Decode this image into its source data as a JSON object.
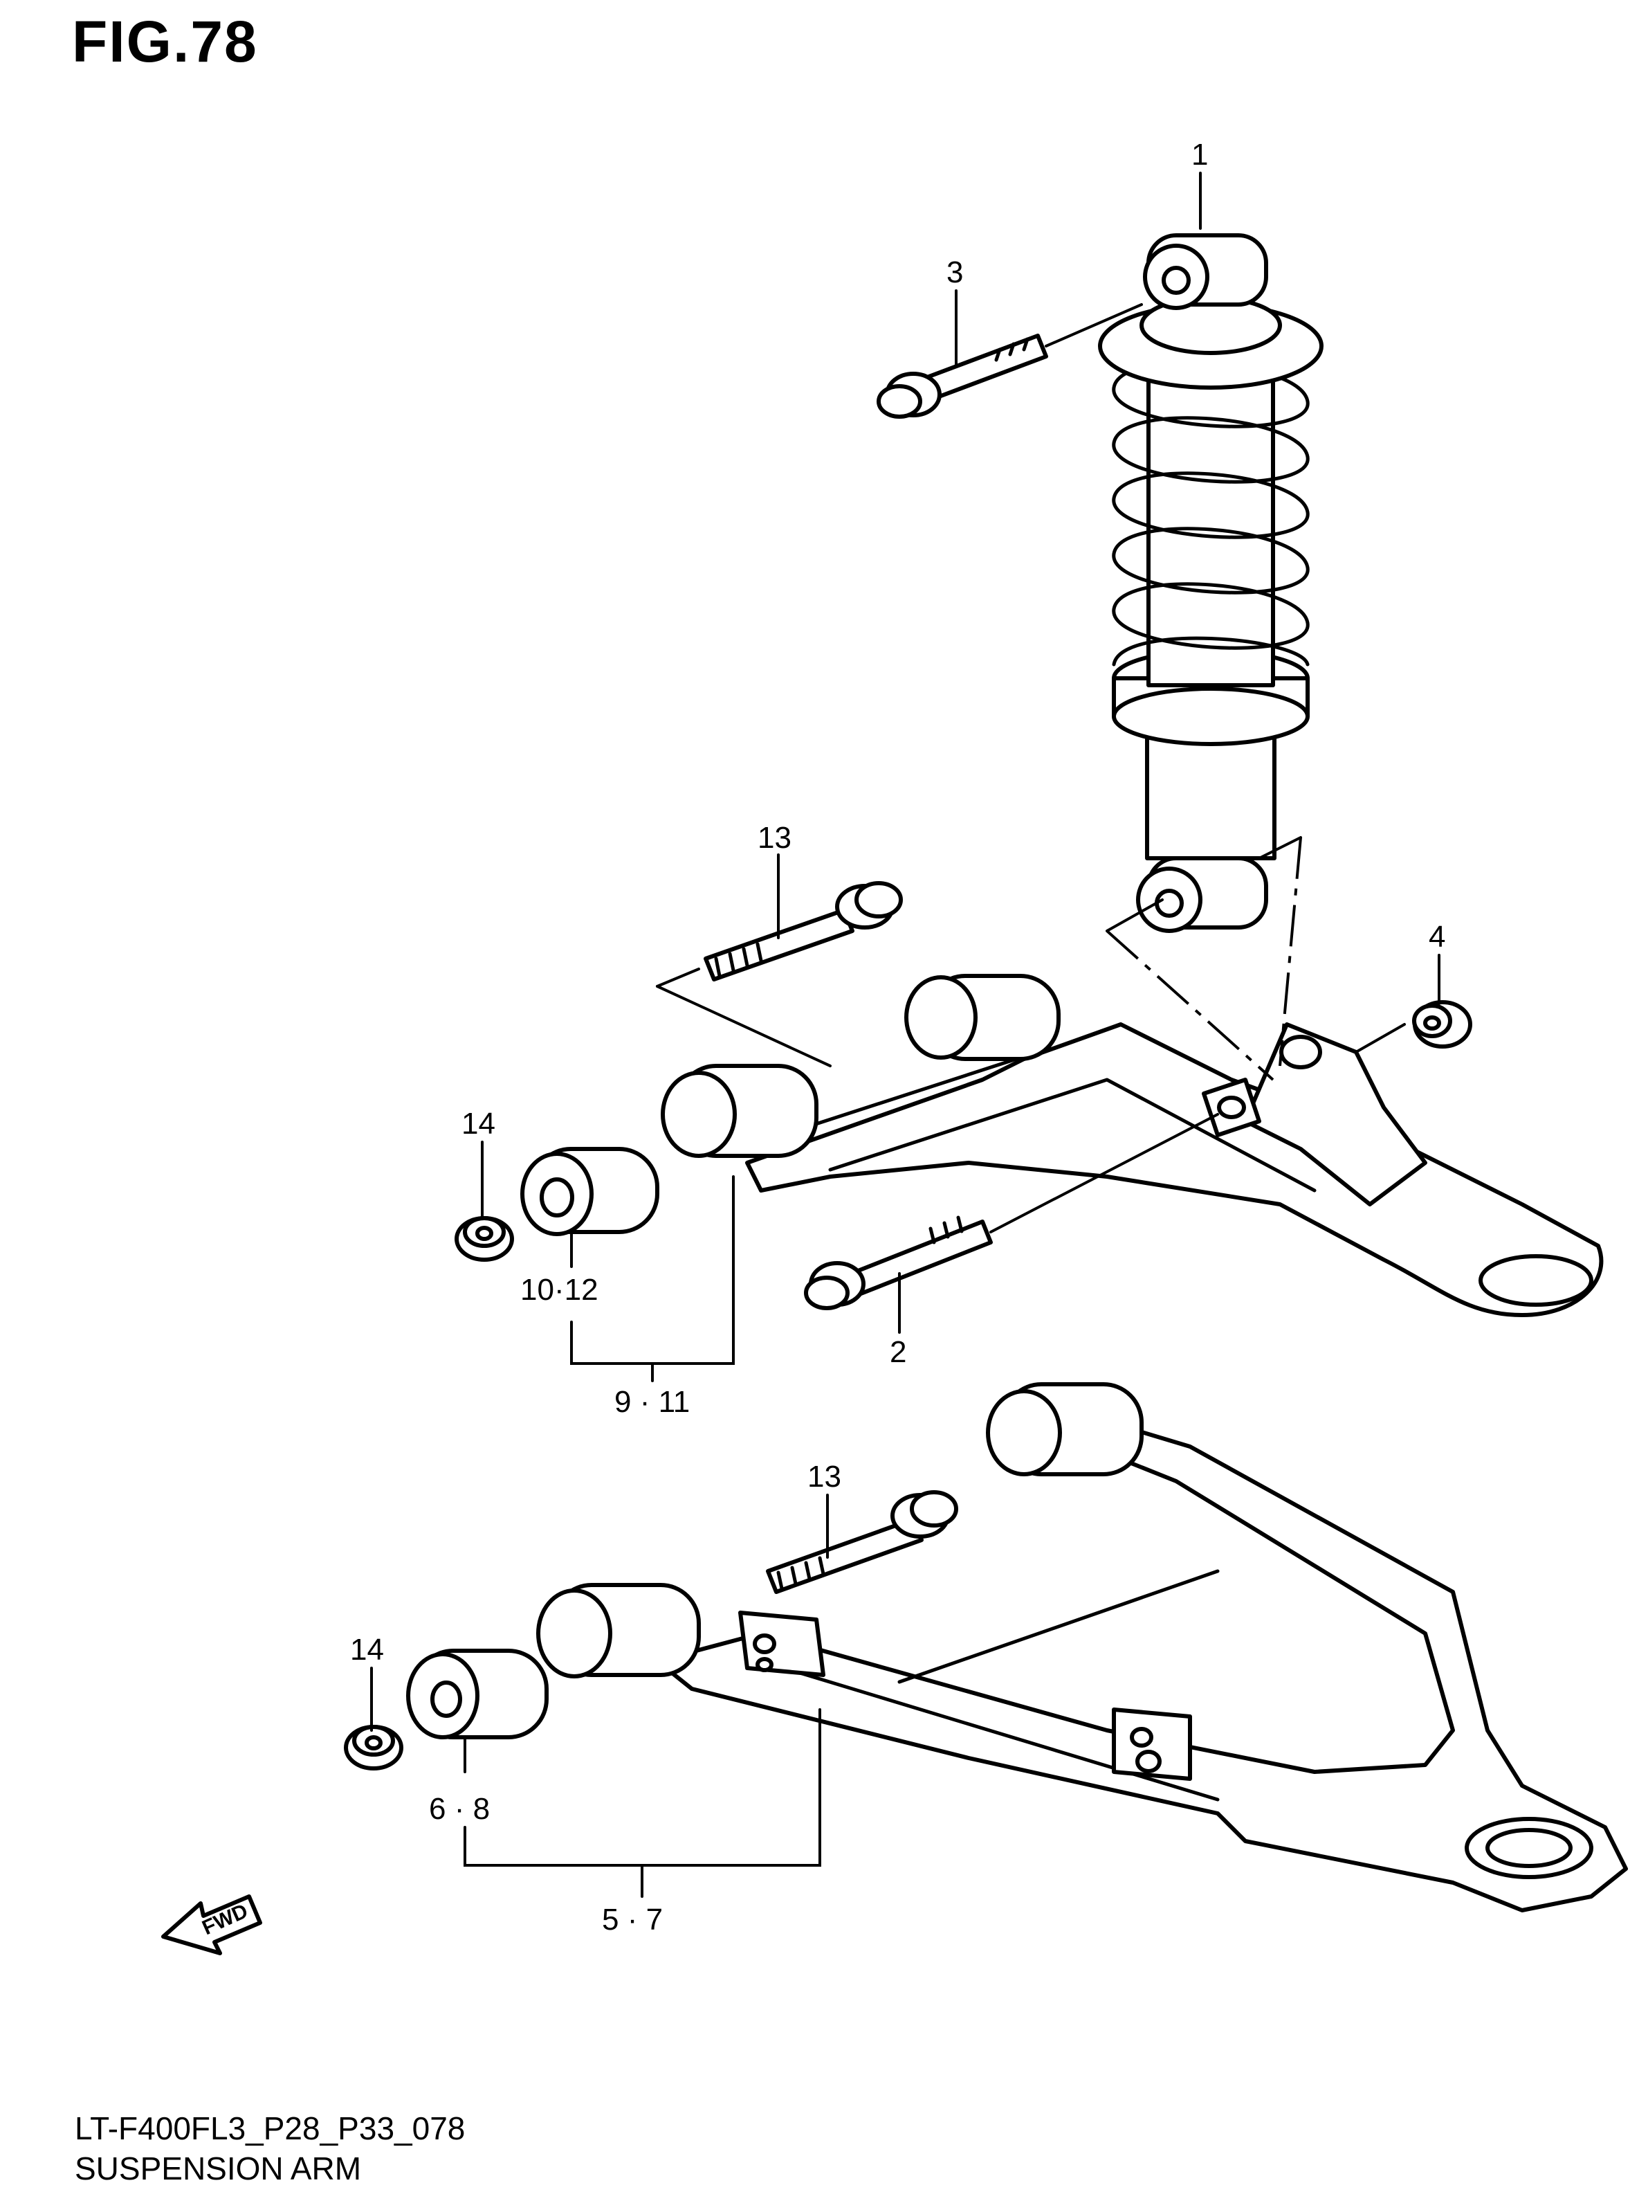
{
  "figure": {
    "title": "FIG.78",
    "code": "LT-F400FL3_P28_P33_078",
    "name": "SUSPENSION ARM"
  },
  "callouts": {
    "c1": "1",
    "c2": "2",
    "c3": "3",
    "c4": "4",
    "c13_upper": "13",
    "c13_lower": "13",
    "c14_upper": "14",
    "c14_lower": "14",
    "c10_12": "10·12",
    "c9_11": "9 · 11",
    "c6_8": "6 · 8",
    "c5_7": "5 · 7"
  },
  "direction_arrow": {
    "label": "FWD"
  }
}
